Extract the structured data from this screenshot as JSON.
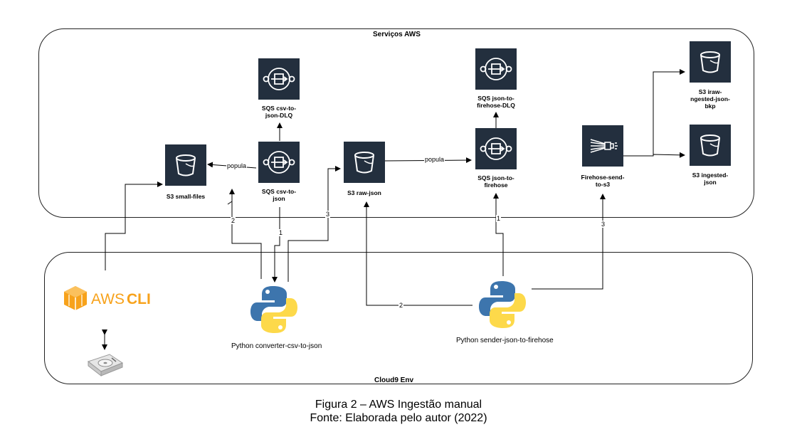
{
  "groups": {
    "aws": {
      "title": "Serviços AWS"
    },
    "cloud9": {
      "title": "Cloud9 Env"
    }
  },
  "nodes": {
    "s3_small_files": {
      "label": "S3 small-files",
      "icon": "s3-bucket-icon"
    },
    "sqs_csv_to_json": {
      "label": "SQS csv-to-\njson",
      "icon": "sqs-queue-icon"
    },
    "sqs_csv_to_json_dlq": {
      "label": "SQS csv-to-\njson-DLQ",
      "icon": "sqs-queue-icon"
    },
    "s3_raw_json": {
      "label": "S3 raw-json",
      "icon": "s3-bucket-icon"
    },
    "sqs_json_to_firehose": {
      "label": "SQS json-to-\nfirehose",
      "icon": "sqs-queue-icon"
    },
    "sqs_json_to_firehose_dlq": {
      "label": "SQS json-to-\nfirehose-DLQ",
      "icon": "sqs-queue-icon"
    },
    "firehose_send_to_s3": {
      "label": "Firehose-send-\nto-s3",
      "icon": "firehose-icon"
    },
    "s3_iraw_ngested_json_bkp": {
      "label": "S3 iraw-\nngested-json-\nbkp",
      "icon": "s3-bucket-icon"
    },
    "s3_ingested_json": {
      "label": "S3 ingested-\njson",
      "icon": "s3-bucket-icon"
    }
  },
  "edge_labels": {
    "popula_1": "popula",
    "popula_2": "popula",
    "step_converter_1": "1",
    "step_converter_2": "2",
    "step_converter_3": "3",
    "step_sender_1": "1",
    "step_sender_2": "2",
    "step_sender_3": "3"
  },
  "programs": {
    "aws_cli": {
      "prefix": "AWS ",
      "bold": "CLI",
      "icon": "aws-cli-icon"
    },
    "python_converter": {
      "label": "Python converter-csv-to-json",
      "icon": "python-logo-icon"
    },
    "python_sender": {
      "label": "Python sender-json-to-firehose",
      "icon": "python-logo-icon"
    },
    "local_disk": {
      "icon": "hard-drive-icon"
    }
  },
  "caption": {
    "line1": "Figura 2 – AWS Ingestão manual",
    "line2": "Fonte: Elaborada pelo autor (2022)"
  },
  "colors": {
    "aws_dark": "#232f3e",
    "aws_orange": "#f7a21b",
    "python_blue": "#3d75ad",
    "python_yellow": "#fdd94a"
  }
}
